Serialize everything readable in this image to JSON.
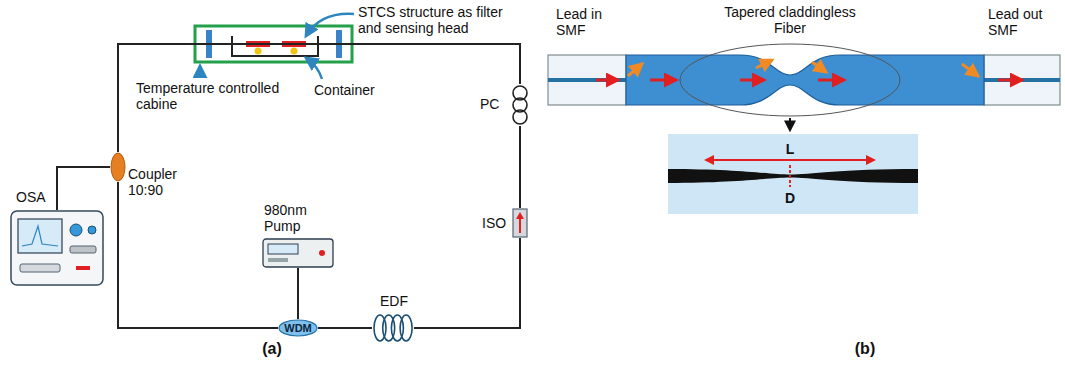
{
  "diagram": {
    "nodes": [
      {
        "text": [
          "OSA"
        ]
      },
      {
        "text": [
          "Coupler 10:90"
        ]
      },
      {
        "text": [
          "980nm Pump"
        ]
      },
      {
        "text": [
          "WDM"
        ]
      },
      {
        "text": [
          "EDF"
        ]
      },
      {
        "text": [
          "ISO"
        ]
      },
      {
        "text": [
          "PC"
        ]
      }
    ],
    "edges": [
      {
        "from": 1,
        "to": 0,
        "arrow": "none"
      },
      {
        "from": 2,
        "to": 3,
        "arrow": "none"
      },
      {
        "from": 3,
        "to": 4,
        "arrow": "none"
      },
      {
        "from": 4,
        "to": 5,
        "arrow": "none"
      },
      {
        "from": 5,
        "to": 6,
        "arrow": "none"
      },
      {
        "from": 6,
        "to": 1,
        "arrow": "none"
      },
      {
        "from": 1,
        "to": 3,
        "arrow": "none"
      }
    ],
    "labels": [
      "STCS structure as filter and sensing head",
      "Temperature controlled cabine",
      "Container",
      "(a)",
      "Lead in SMF",
      "Tapered claddingless Fiber",
      "Lead out SMF",
      "L",
      "D",
      "(b)"
    ]
  }
}
